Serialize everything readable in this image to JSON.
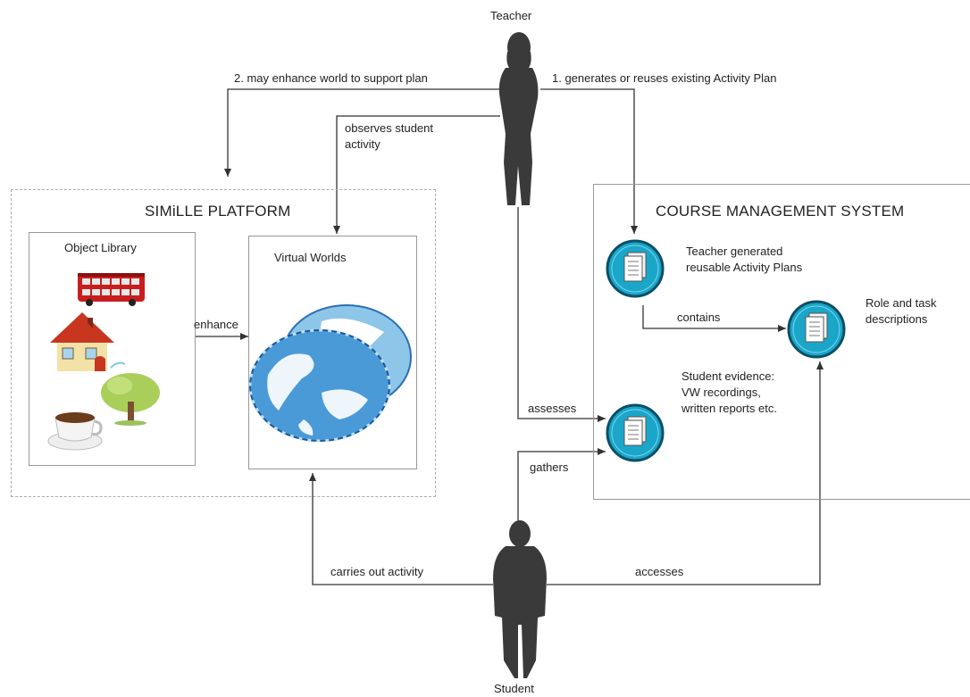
{
  "actors": {
    "teacher": "Teacher",
    "student": "Student"
  },
  "platform": {
    "title": "SIMiLLE PLATFORM",
    "object_library": "Object Library",
    "virtual_worlds": "Virtual Worlds"
  },
  "cms": {
    "title": "COURSE MANAGEMENT SYSTEM",
    "activity_plans": [
      "Teacher generated",
      "reusable Activity Plans"
    ],
    "role_task": [
      "Role and task",
      "descriptions"
    ],
    "evidence": [
      "Student evidence:",
      "VW recordings,",
      "written reports etc."
    ]
  },
  "arrows": {
    "enhance_world": "2. may enhance world to support plan",
    "generates_plan": "1. generates or reuses existing Activity Plan",
    "observes": [
      "observes student",
      "activity"
    ],
    "enhance": "enhance",
    "contains": "contains",
    "assesses": "assesses",
    "gathers": "gathers",
    "carries_out": "carries out activity",
    "accesses": "accesses"
  },
  "colors": {
    "arrow": "#333333",
    "badge_fill": "#1aa6c9",
    "badge_ring": "#0b6e8a",
    "silhouette": "#3a3a3a",
    "dashed_border": "#aaaaaa"
  },
  "icons": [
    "bus-icon",
    "house-icon",
    "tree-icon",
    "coffee-cup-icon",
    "globe-icon",
    "document-stack-icon",
    "person-silhouette-icon"
  ]
}
